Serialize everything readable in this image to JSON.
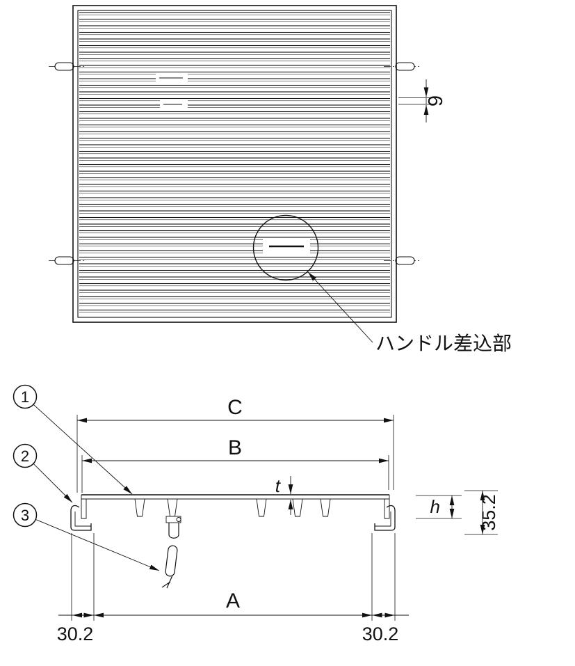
{
  "drawing": {
    "plan": {
      "pitch_label": "9",
      "handle_callout": "ハンドル差込部"
    },
    "section": {
      "dim_c": "C",
      "dim_b": "B",
      "dim_a": "A",
      "dim_t": "t",
      "dim_h": "h",
      "dim_overall": "35.2",
      "dim_edge_left": "30.2",
      "dim_edge_right": "30.2",
      "callouts": [
        {
          "label": "1"
        },
        {
          "label": "2"
        },
        {
          "label": "3"
        }
      ]
    },
    "colors": {
      "line": "#111111",
      "background": "#ffffff"
    }
  }
}
